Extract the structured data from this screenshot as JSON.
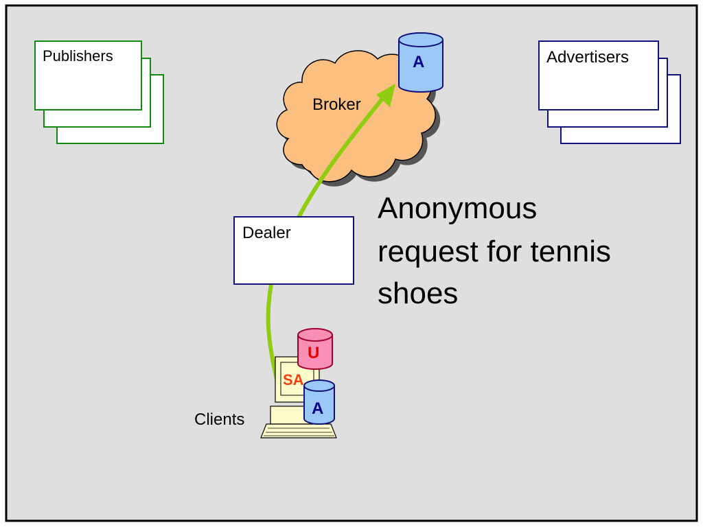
{
  "diagram": {
    "publishers_label": "Publishers",
    "advertisers_label": "Advertisers",
    "broker_label": "Broker",
    "broker_db_label": "A",
    "dealer_label": "Dealer",
    "clients_label": "Clients",
    "client_db_user_label": "U",
    "client_agent_label": "SA",
    "client_db_ad_label": "A",
    "annotation_lines": [
      "Anonymous",
      "request for tennis",
      "shoes"
    ]
  },
  "colors": {
    "background": "#dfdfdf",
    "frame": "#000000",
    "publishers_border": "#118811",
    "advertisers_border": "#10107a",
    "dealer_border": "#10107a",
    "cloud_fill": "#fbbf80",
    "db_blue": "#9cc8f8",
    "db_pink": "#f78fb6",
    "db_label_blue": "#00008b",
    "db_label_red": "#e00000",
    "agent_label": "#f04010",
    "arrow": "#90cc10",
    "computer_fill": "#fdfbc9"
  }
}
